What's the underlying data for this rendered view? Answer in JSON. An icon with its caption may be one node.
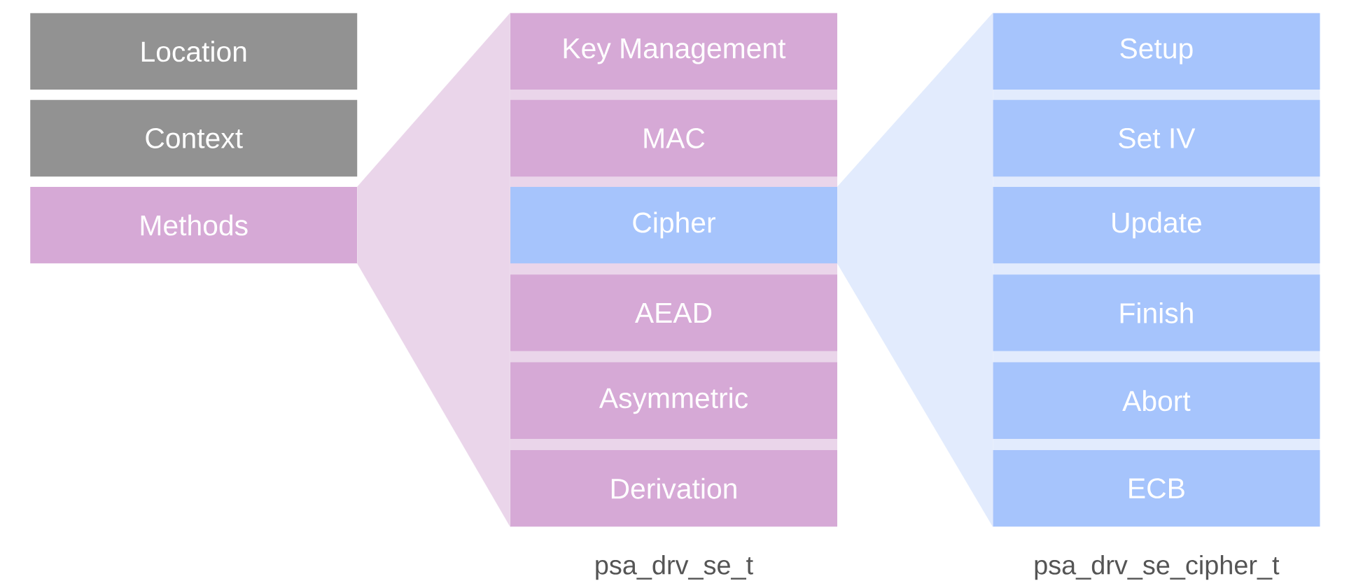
{
  "diagram": {
    "nodes": [
      {
        "text": [
          "Location"
        ]
      },
      {
        "text": [
          "Context"
        ]
      },
      {
        "text": [
          "Methods"
        ]
      },
      {
        "text": [],
        "shape": "box",
        "beside": [
          "psa_drv_se_t"
        ]
      },
      {
        "text": [
          "Key Management"
        ],
        "in": 3
      },
      {
        "text": [
          "MAC"
        ],
        "in": 3
      },
      {
        "text": [
          "Cipher"
        ],
        "in": 3
      },
      {
        "text": [
          "AEAD"
        ],
        "in": 3
      },
      {
        "text": [
          "Asymmetric"
        ],
        "in": 3
      },
      {
        "text": [
          "Derivation"
        ],
        "in": 3
      },
      {
        "text": [],
        "shape": "box",
        "beside": [
          "psa_drv_se_cipher_t"
        ]
      },
      {
        "text": [
          "Setup"
        ],
        "in": 10
      },
      {
        "text": [
          "Set IV"
        ],
        "in": 10
      },
      {
        "text": [
          "Update"
        ],
        "in": 10
      },
      {
        "text": [
          "Finish"
        ],
        "in": 10
      },
      {
        "text": [
          "Abort"
        ],
        "in": 10
      },
      {
        "text": [
          "ECB"
        ],
        "in": 10
      }
    ],
    "edges": [
      {
        "from": 2,
        "to": 3,
        "arrow": "none",
        "color": "#ead5ea"
      },
      {
        "from": 6,
        "to": 10,
        "arrow": "none",
        "color": "#e2ebfd"
      }
    ]
  }
}
